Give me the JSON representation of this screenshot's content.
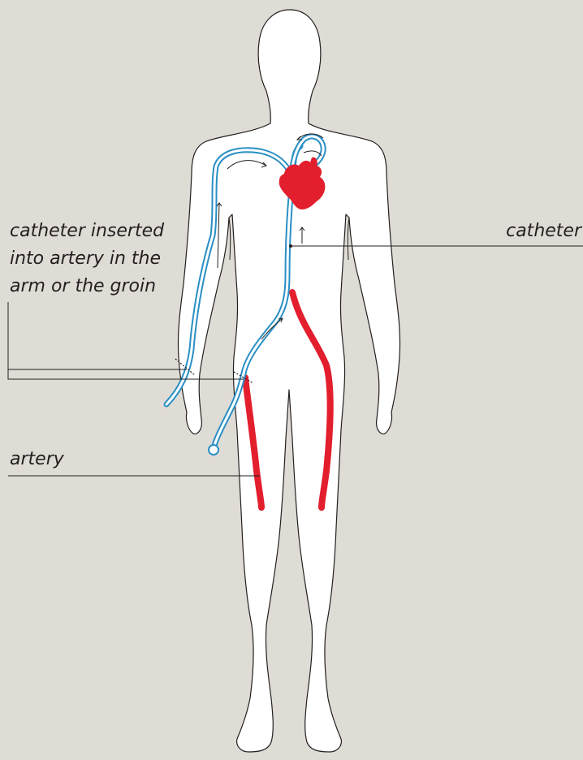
{
  "labels": {
    "insertion_line1": "catheter inserted",
    "insertion_line2": "into artery in the",
    "insertion_line3": "arm or the groin",
    "catheter": "catheter",
    "artery": "artery"
  },
  "colors": {
    "background": "#dfdbd5",
    "body_fill": "#ffffff",
    "outline": "#231f20",
    "catheter": "#2a8fc4",
    "artery": "#e31e2d",
    "heart": "#e31e2d"
  }
}
